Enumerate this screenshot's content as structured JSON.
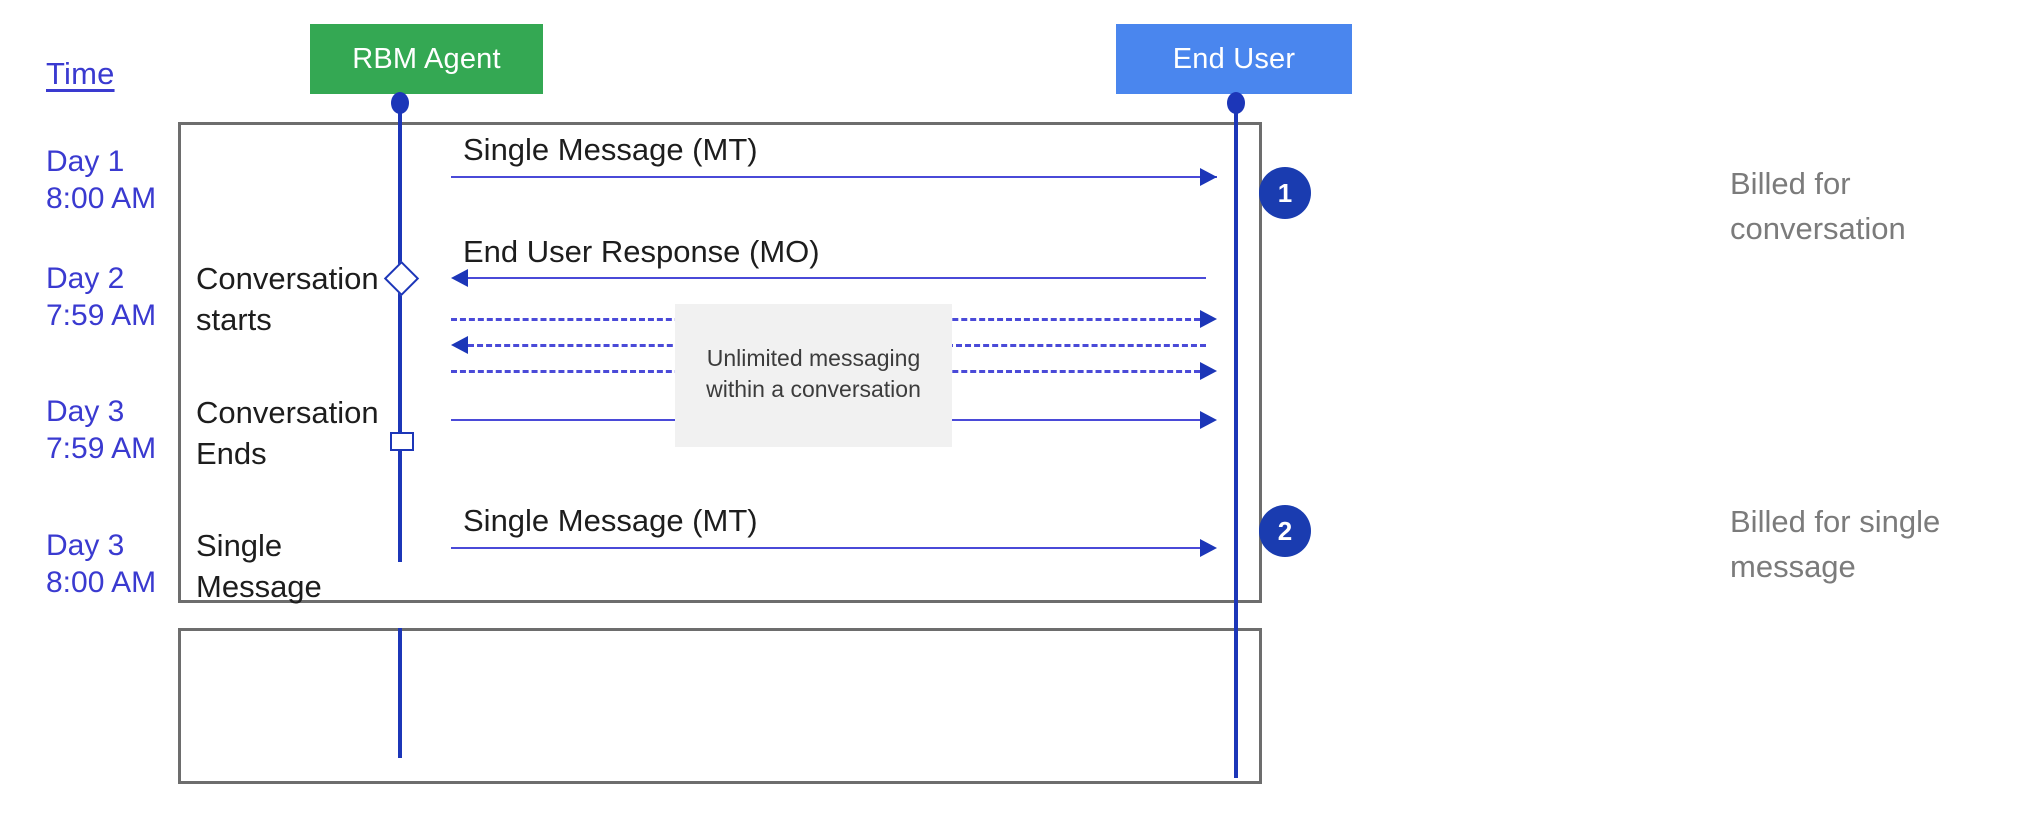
{
  "diagram": {
    "time_axis_label": "Time",
    "actors": [
      {
        "name": "RBM Agent",
        "color": "#34a853"
      },
      {
        "name": "End User",
        "color": "#4a86ee"
      }
    ],
    "timestamps": [
      "Day 1\n8:00 AM",
      "Day 2\n7:59 AM",
      "Day 3\n7:59 AM",
      "Day 3\n8:00 AM"
    ],
    "step_labels": {
      "conversation_starts": "Conversation starts",
      "conversation_ends": "Conversation Ends",
      "single_message": "Single Message"
    },
    "messages": [
      {
        "caption": "Single Message (MT)",
        "direction": "right",
        "style": "solid"
      },
      {
        "caption": "End User Response (MO)",
        "direction": "left",
        "style": "solid"
      },
      {
        "caption": "",
        "direction": "right",
        "style": "dashed"
      },
      {
        "caption": "",
        "direction": "left",
        "style": "dashed"
      },
      {
        "caption": "",
        "direction": "right",
        "style": "dashed"
      },
      {
        "caption": "",
        "direction": "right",
        "style": "solid"
      },
      {
        "caption": "Single Message (MT)",
        "direction": "right",
        "style": "solid"
      }
    ],
    "note": "Unlimited messaging within a conversation",
    "billing": [
      {
        "badge": "1",
        "caption": "Billed for conversation"
      },
      {
        "badge": "2",
        "caption": "Billed for single message"
      }
    ],
    "colors": {
      "agent_green": "#34a853",
      "user_blue": "#4a86ee",
      "lifeline_blue": "#1c36b8",
      "arrow_blue": "#4a4ad8",
      "badge_blue": "#1a3cb0",
      "time_text_blue": "#3a3ad0",
      "caption_gray": "#7b7b7b",
      "group_border_gray": "#6d6d6d",
      "note_bg": "#f1f1f1"
    }
  }
}
